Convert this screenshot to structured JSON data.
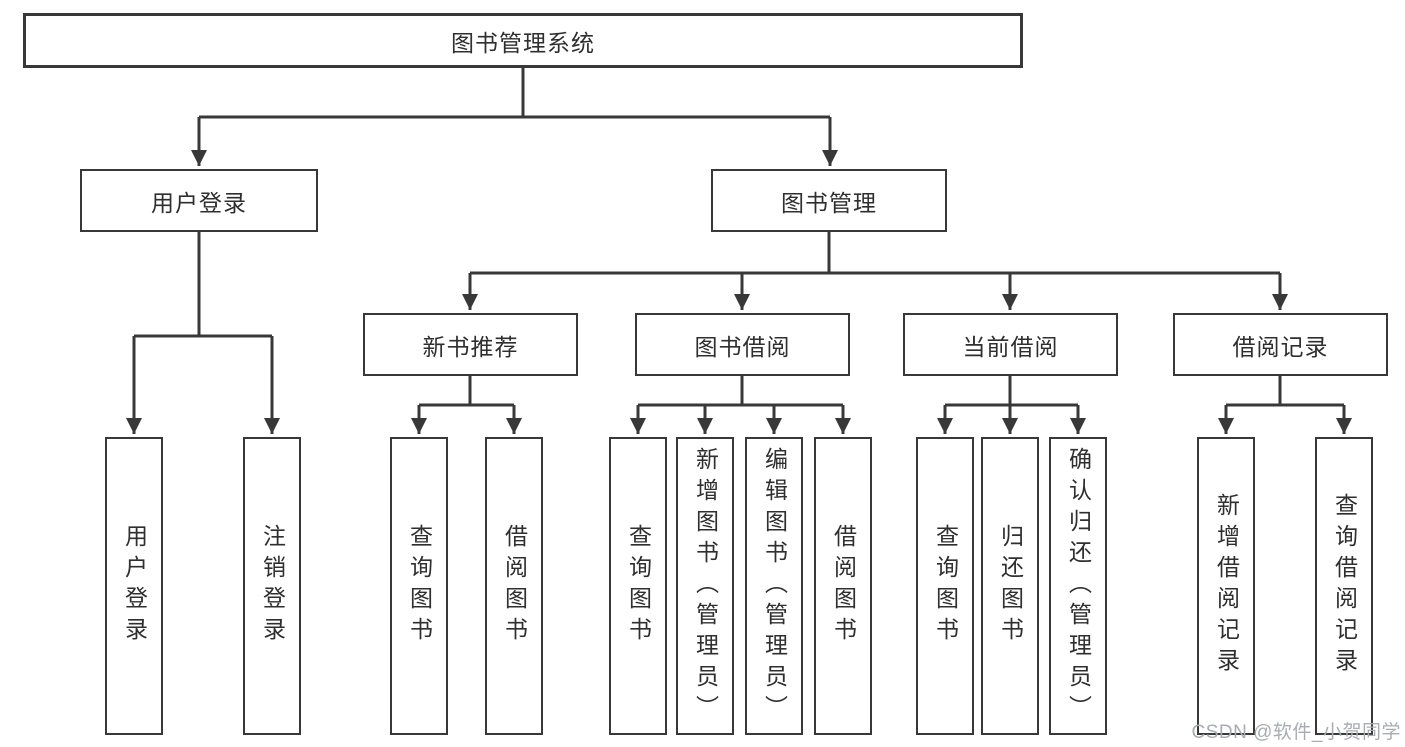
{
  "colors": {
    "line": "#383838",
    "text": "#2f2f2f",
    "box_background": "#ffffff",
    "watermark": "#a9acb0",
    "page_background": "#ffffff"
  },
  "watermark": "CSDN @软件_小贺同学",
  "tree": {
    "root": "图书管理系统",
    "children": [
      {
        "label": "用户登录",
        "children": [
          "用户登录",
          "注销登录"
        ]
      },
      {
        "label": "图书管理",
        "children": [
          {
            "label": "新书推荐",
            "children": [
              "查询图书",
              "借阅图书"
            ]
          },
          {
            "label": "图书借阅",
            "children": [
              "查询图书",
              "新增图书（管理员）",
              "编辑图书（管理员）",
              "借阅图书"
            ]
          },
          {
            "label": "当前借阅",
            "children": [
              "查询图书",
              "归还图书",
              "确认归还（管理员）"
            ]
          },
          {
            "label": "借阅记录",
            "children": [
              "新增借阅记录",
              "查询借阅记录"
            ]
          }
        ]
      }
    ]
  }
}
